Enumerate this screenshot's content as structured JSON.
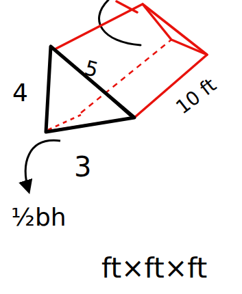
{
  "diagram": {
    "labels": [
      "5",
      "4",
      "10 ft",
      "3",
      "½bh",
      "ft×ft×ft"
    ]
  }
}
